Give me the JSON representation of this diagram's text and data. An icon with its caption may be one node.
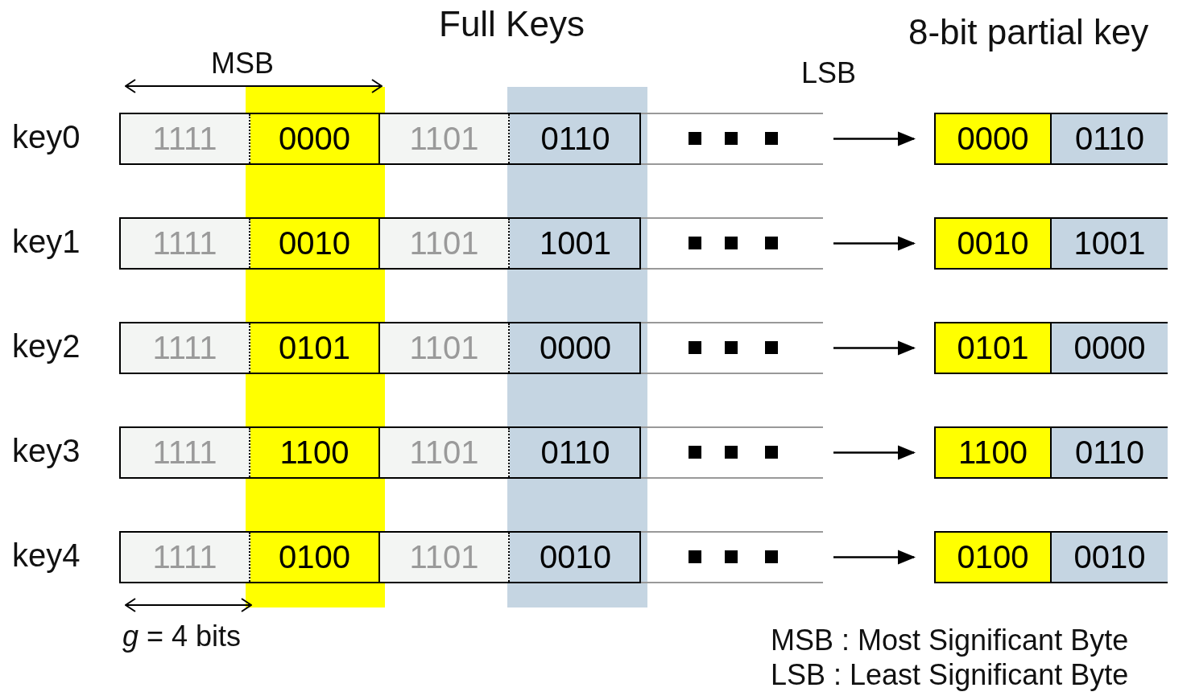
{
  "diagram": {
    "nodes": [
      {
        "text": [
          "1111",
          "0000",
          "1101",
          "0110"
        ],
        "beside": [
          "key0"
        ]
      },
      {
        "text": [
          "0000",
          "0110"
        ]
      },
      {
        "text": [
          "1111",
          "0010",
          "1101",
          "1001"
        ],
        "beside": [
          "key1"
        ]
      },
      {
        "text": [
          "0010",
          "1001"
        ]
      },
      {
        "text": [
          "1111",
          "0101",
          "1101",
          "0000"
        ],
        "beside": [
          "key2"
        ]
      },
      {
        "text": [
          "0101",
          "0000"
        ]
      },
      {
        "text": [
          "1111",
          "1100",
          "1101",
          "0110"
        ],
        "beside": [
          "key3"
        ]
      },
      {
        "text": [
          "1100",
          "0110"
        ]
      },
      {
        "text": [
          "1111",
          "0100",
          "1101",
          "0010"
        ],
        "beside": [
          "key4"
        ]
      },
      {
        "text": [
          "0100",
          "0010"
        ]
      }
    ],
    "edges": [
      {
        "from": 0,
        "to": 1,
        "arrow": "to"
      },
      {
        "from": 2,
        "to": 3,
        "arrow": "to"
      },
      {
        "from": 4,
        "to": 5,
        "arrow": "to"
      },
      {
        "from": 6,
        "to": 7,
        "arrow": "to"
      },
      {
        "from": 8,
        "to": 9,
        "arrow": "to"
      }
    ],
    "labels": [
      "Full Keys",
      "8-bit partial key",
      "MSB",
      "LSB",
      "*g* = 4 bits",
      "MSB : Most Significant Byte",
      "LSB : Least Significant Byte"
    ]
  }
}
